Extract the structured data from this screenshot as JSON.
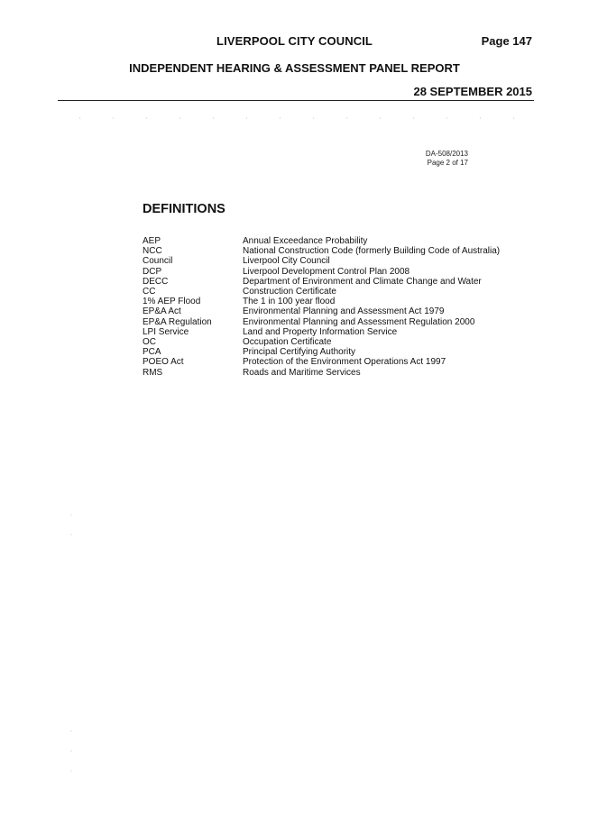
{
  "header": {
    "council": "LIVERPOOL CITY COUNCIL",
    "page": "Page 147",
    "report_title": "INDEPENDENT HEARING & ASSESSMENT PANEL REPORT",
    "date": "28 SEPTEMBER 2015"
  },
  "reference": {
    "da_number": "DA-508/2013",
    "page_of": "Page 2 of 17"
  },
  "definitions": {
    "heading": "DEFINITIONS",
    "items": [
      {
        "term": "AEP",
        "meaning": "Annual Exceedance Probability"
      },
      {
        "term": "NCC",
        "meaning": "National Construction Code (formerly Building Code of Australia)"
      },
      {
        "term": "Council",
        "meaning": "Liverpool City Council"
      },
      {
        "term": "DCP",
        "meaning": "Liverpool Development Control Plan 2008"
      },
      {
        "term": "DECC",
        "meaning": "Department of Environment and Climate Change and Water"
      },
      {
        "term": "CC",
        "meaning": "Construction Certificate"
      },
      {
        "term": "1% AEP Flood",
        "meaning": "The 1 in 100 year flood"
      },
      {
        "term": "EP&A Act",
        "meaning": "Environmental Planning and Assessment Act 1979"
      },
      {
        "term": "EP&A Regulation",
        "meaning": "Environmental Planning and Assessment Regulation 2000"
      },
      {
        "term": "LPI Service",
        "meaning": "Land and Property Information Service"
      },
      {
        "term": "OC",
        "meaning": "Occupation Certificate"
      },
      {
        "term": "PCA",
        "meaning": "Principal Certifying Authority"
      },
      {
        "term": "POEO Act",
        "meaning": "Protection of the Environment Operations Act 1997"
      },
      {
        "term": "RMS",
        "meaning": "Roads and Maritime Services"
      }
    ]
  }
}
